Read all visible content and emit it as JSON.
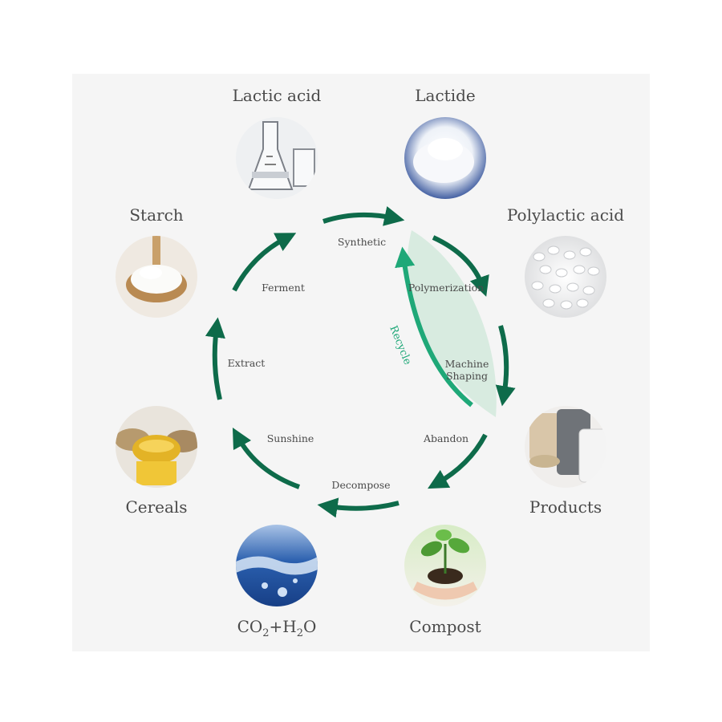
{
  "colors": {
    "arrow": "#0e6b4a",
    "recycle_arrow": "#1fa878",
    "recycle_fill": "#d8ebe0",
    "panel": "#f5f5f5",
    "text": "#4a4a4a"
  },
  "nodes": {
    "lactic_acid": {
      "label": "Lactic acid",
      "icon": "flask-icon"
    },
    "lactide": {
      "label": "Lactide",
      "icon": "white-powder-icon"
    },
    "polylactic_acid": {
      "label": "Polylactic acid",
      "icon": "plastic-pellets-icon"
    },
    "products": {
      "label": "Products",
      "icon": "fabric-rolls-icon"
    },
    "compost": {
      "label": "Compost",
      "icon": "seedling-in-hands-icon"
    },
    "co2_h2o": {
      "label_co": "CO",
      "label_sub1": "2",
      "label_plus_h": "+H",
      "label_sub2": "2",
      "label_o": "O",
      "icon": "water-splash-icon"
    },
    "cereals": {
      "label": "Cereals",
      "icon": "grains-icon"
    },
    "starch": {
      "label": "Starch",
      "icon": "starch-spoon-icon"
    }
  },
  "steps": {
    "synthetic": "Synthetic",
    "polymerization": "Polymerization",
    "machine_shaping_line1": "Machine",
    "machine_shaping_line2": "Shaping",
    "recycle": "Recycle",
    "abandon": "Abandon",
    "decompose": "Decompose",
    "sunshine": "Sunshine",
    "extract": "Extract",
    "ferment": "Ferment"
  }
}
